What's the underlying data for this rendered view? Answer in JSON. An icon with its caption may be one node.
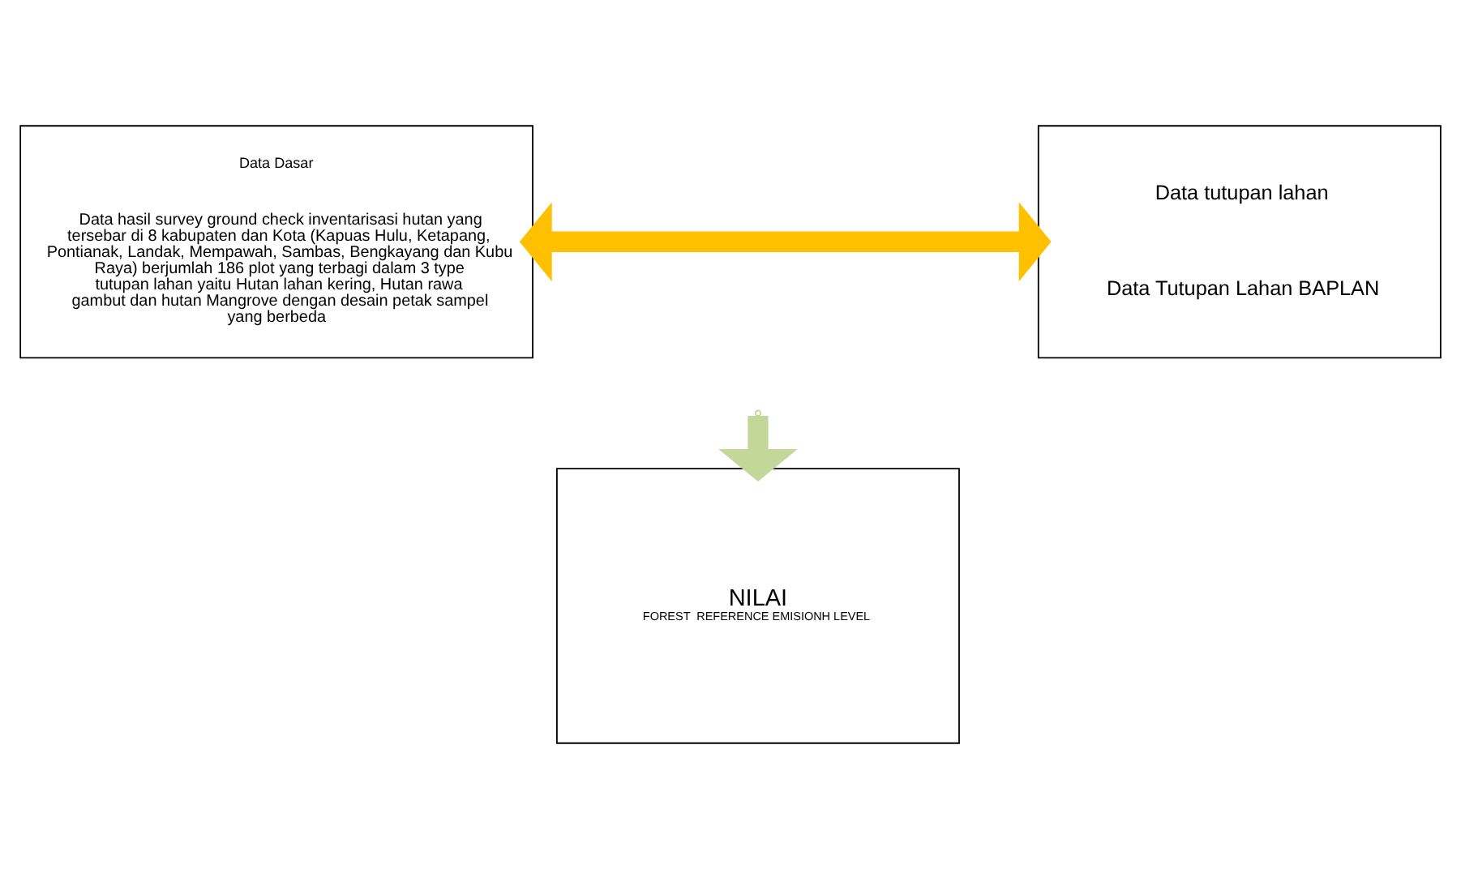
{
  "diagram": {
    "nodes": [
      {
        "text": [
          "Data Dasar",
          "Data hasil survey ground check inventarisasi hutan yang tersebar di 8 kabupaten dan Kota (Kapuas Hulu, Ketapang, Pontianak, Landak, Mempawah, Sambas, Bengkayang dan Kubu Raya) berjumlah 186 plot yang terbagi dalam 3 type tutupan lahan yaitu Hutan lahan kering, Hutan rawa gambut dan hutan Mangrove dengan desain petak sampel yang berbeda"
        ]
      },
      {
        "text": [
          "Data tutupan lahan",
          "Data Tutupan Lahan BAPLAN"
        ]
      },
      {
        "text": [
          "NILAI",
          "FOREST  REFERENCE EMISIONH LEVEL"
        ]
      }
    ],
    "edges": [
      {
        "from": 0,
        "to": 1,
        "arrow": "both",
        "color": "#ffc000"
      },
      {
        "from": null,
        "to": 2,
        "arrow": "to",
        "color": "#c4d79b"
      }
    ]
  }
}
